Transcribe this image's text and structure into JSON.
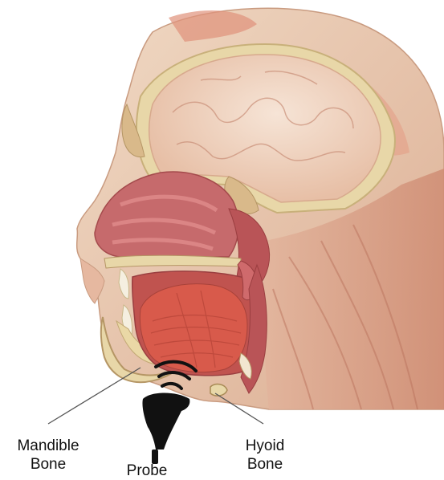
{
  "labels": {
    "mandible": {
      "line1": "Mandible",
      "line2": "Bone"
    },
    "probe": "Probe",
    "hyoid": {
      "line1": "Hyoid",
      "line2": "Bone"
    }
  },
  "colors": {
    "skin": "#e9c9ad",
    "muscle": "#d9705a",
    "tongue": "#c9473f",
    "mucosa": "#c66a6c",
    "bone": "#e8d7a8",
    "brain": "#efd6c4",
    "probe": "#111111",
    "pointer_line": "#555555"
  },
  "icons": {
    "probe": "ultrasound-probe-icon",
    "waves": "ultrasound-waves-icon"
  }
}
